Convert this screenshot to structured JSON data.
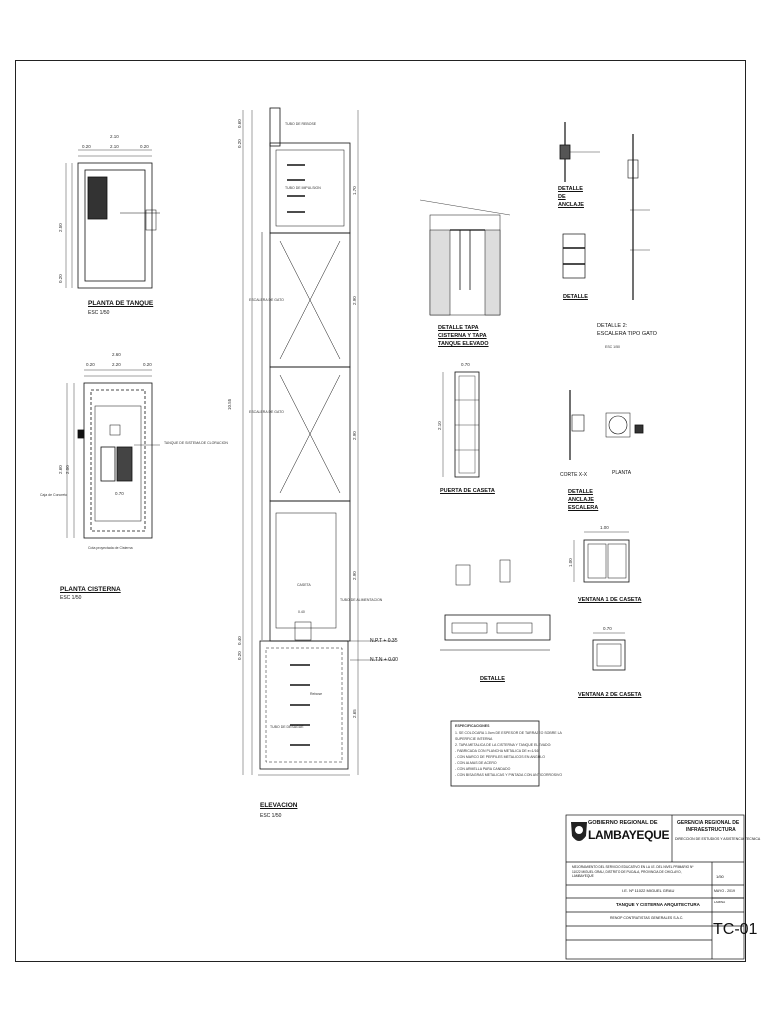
{
  "sheet": {
    "views": {
      "planta_tanque": {
        "title": "PLANTA DE TANQUE",
        "scale": "ESC 1/50",
        "dims": [
          "2.10",
          "0.20",
          "2.10",
          "0.20",
          "2.50",
          "0.20"
        ]
      },
      "planta_cisterna": {
        "title": "PLANTA CISTERNA",
        "scale": "ESC 1/50",
        "dims": [
          "2.60",
          "0.20",
          "2.20",
          "0.20",
          "2.60",
          "2.00",
          "0.70"
        ],
        "notes": [
          "TANQUE DE SISTEMA DE CLORACION",
          "Caja de Concreto",
          "Cota proyectada de Cisterna"
        ]
      },
      "elevacion": {
        "title": "ELEVACION",
        "scale": "ESC 1/50",
        "levels": [
          "N.P.T + 0.35",
          "N.T.N + 0.00"
        ],
        "dims": [
          "0.60",
          "0.20",
          "1.70",
          "2.90",
          "2.90",
          "2.90",
          "0.40",
          "0.20",
          "2.65"
        ],
        "notes": [
          "CASETA",
          "ESCALERA DE GATO",
          "ESCALERA DE GATO",
          "TUBO DE REBOSE",
          "TUBO DE IMPULSION",
          "TUBO DE ALIMENTACION",
          "TUBO DE DESAGUE",
          "Rebose",
          "0.40"
        ],
        "total": "10.55"
      },
      "detalle_tapa": {
        "title": "DETALLE TAPA CISTERNA Y TAPA TANQUE ELEVADO"
      },
      "detalle_anclaje": {
        "title": "DETALLE DE ANCLAJE"
      },
      "detalle": {
        "title": "DETALLE"
      },
      "detalle_escalera": {
        "title": "DETALLE 2: ESCALERA TIPO GATO",
        "scale": "ESC 1/50"
      },
      "puerta_caseta": {
        "title": "PUERTA DE CASETA",
        "dims": [
          "0.70",
          "2.10"
        ]
      },
      "corte_xx": {
        "title": "CORTE X-X"
      },
      "planta": {
        "title": "PLANTA"
      },
      "detalle_anclaje_escalera": {
        "title": "DETALLE ANCLAJE ESCALERA"
      },
      "ventana1": {
        "title": "VENTANA 1 DE CASETA",
        "dims": [
          "1.00",
          "1.00"
        ]
      },
      "ventana2": {
        "title": "VENTANA 2 DE CASETA",
        "dims": [
          "0.70"
        ]
      },
      "detalle_bottom": {
        "title": "DETALLE"
      }
    },
    "specs": {
      "heading": "ESPECIFICACIONES",
      "lines": [
        "1. SE COLOCARA 1.0cm DE ESPESOR DE TARRAJEO SOBRE LA",
        "   SUPERFICIE INTERNA",
        "2. TAPA METALICA DE LA CISTERNA Y TANQUE ELEVADO:",
        "   - FABRICADA CON PLANCHA METALICA DE e=1/16\"",
        "   - CON MARCO DE PERFILES METALICOS EN ANGULO",
        "   - CON ALMAS DE ACERO",
        "   - CON ARMELLA PARA CANDADO",
        "   - CON BISAGRAS METALICAS Y PINTADA CON ANTICORROSIVO"
      ]
    },
    "title_block": {
      "org1": "GOBIERNO REGIONAL DE",
      "org2": "LAMBAYEQUE",
      "dept1": "GERENCIA REGIONAL DE",
      "dept2": "INFRAESTRUCTURA",
      "dept3": "DIRECCION DE ESTUDIOS Y ASISTENCIA TECNICA",
      "project": "MEJORAMIENTO DEL SERVICIO EDUCATIVO EN LA I.E. DEL NIVEL PRIMARIO Nº 11022 MIGUEL GRAU, DISTRITO DE PUCALA, PROVINCIA DE CHICLAYO, LAMBAYEQUE",
      "school": "I.E. Nº 11022 MIGUEL GRAU",
      "sheet_title": "TANQUE Y CISTERNA ARQUITECTURA",
      "contractor": "RENOP CONTRATISTAS GENERALES S.A.C.",
      "scale": "1/50",
      "date": "MAYO - 2019",
      "sheet_no": "TC-01",
      "lamina_label": "LAMINA"
    }
  }
}
